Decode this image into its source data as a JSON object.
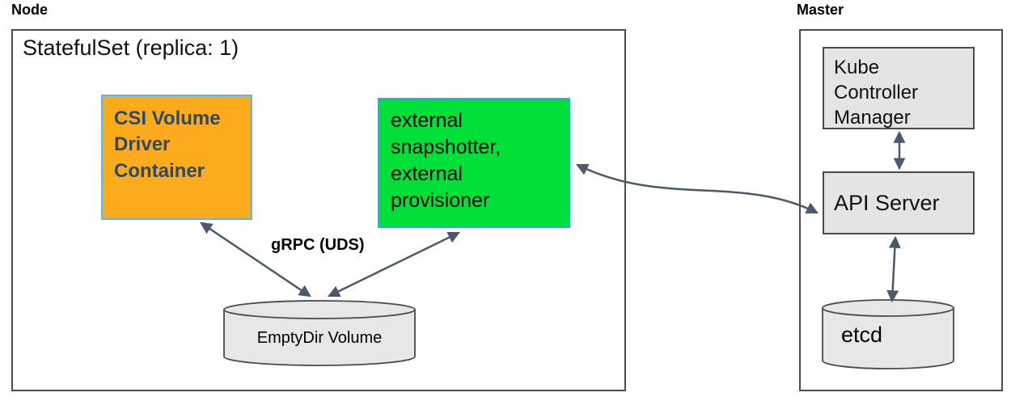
{
  "node": {
    "label": "Node",
    "statefulset_title": "StatefulSet (replica: 1)",
    "csi_box_label": "CSI Volume Driver Container",
    "sidecar_box_label": "external snapshotter, external provisioner",
    "grpc_label": "gRPC (UDS)",
    "emptydir_label": "EmptyDir Volume"
  },
  "master": {
    "label": "Master",
    "kcm_label": "Kube Controller Manager",
    "api_server_label": "API Server",
    "etcd_label": "etcd"
  },
  "colors": {
    "csi_box_fill": "#FBAB1C",
    "csi_box_border": "#5BB8E8",
    "csi_box_text": "#2E4A62",
    "sidecar_box_fill": "#00E038",
    "sidecar_box_border": "#1FB5CE",
    "gray_box_fill": "#E4E4E4",
    "cylinder_fill": "#E7E7E7",
    "box_border": "#4B4B4B",
    "arrow": "#4A5A6B"
  }
}
